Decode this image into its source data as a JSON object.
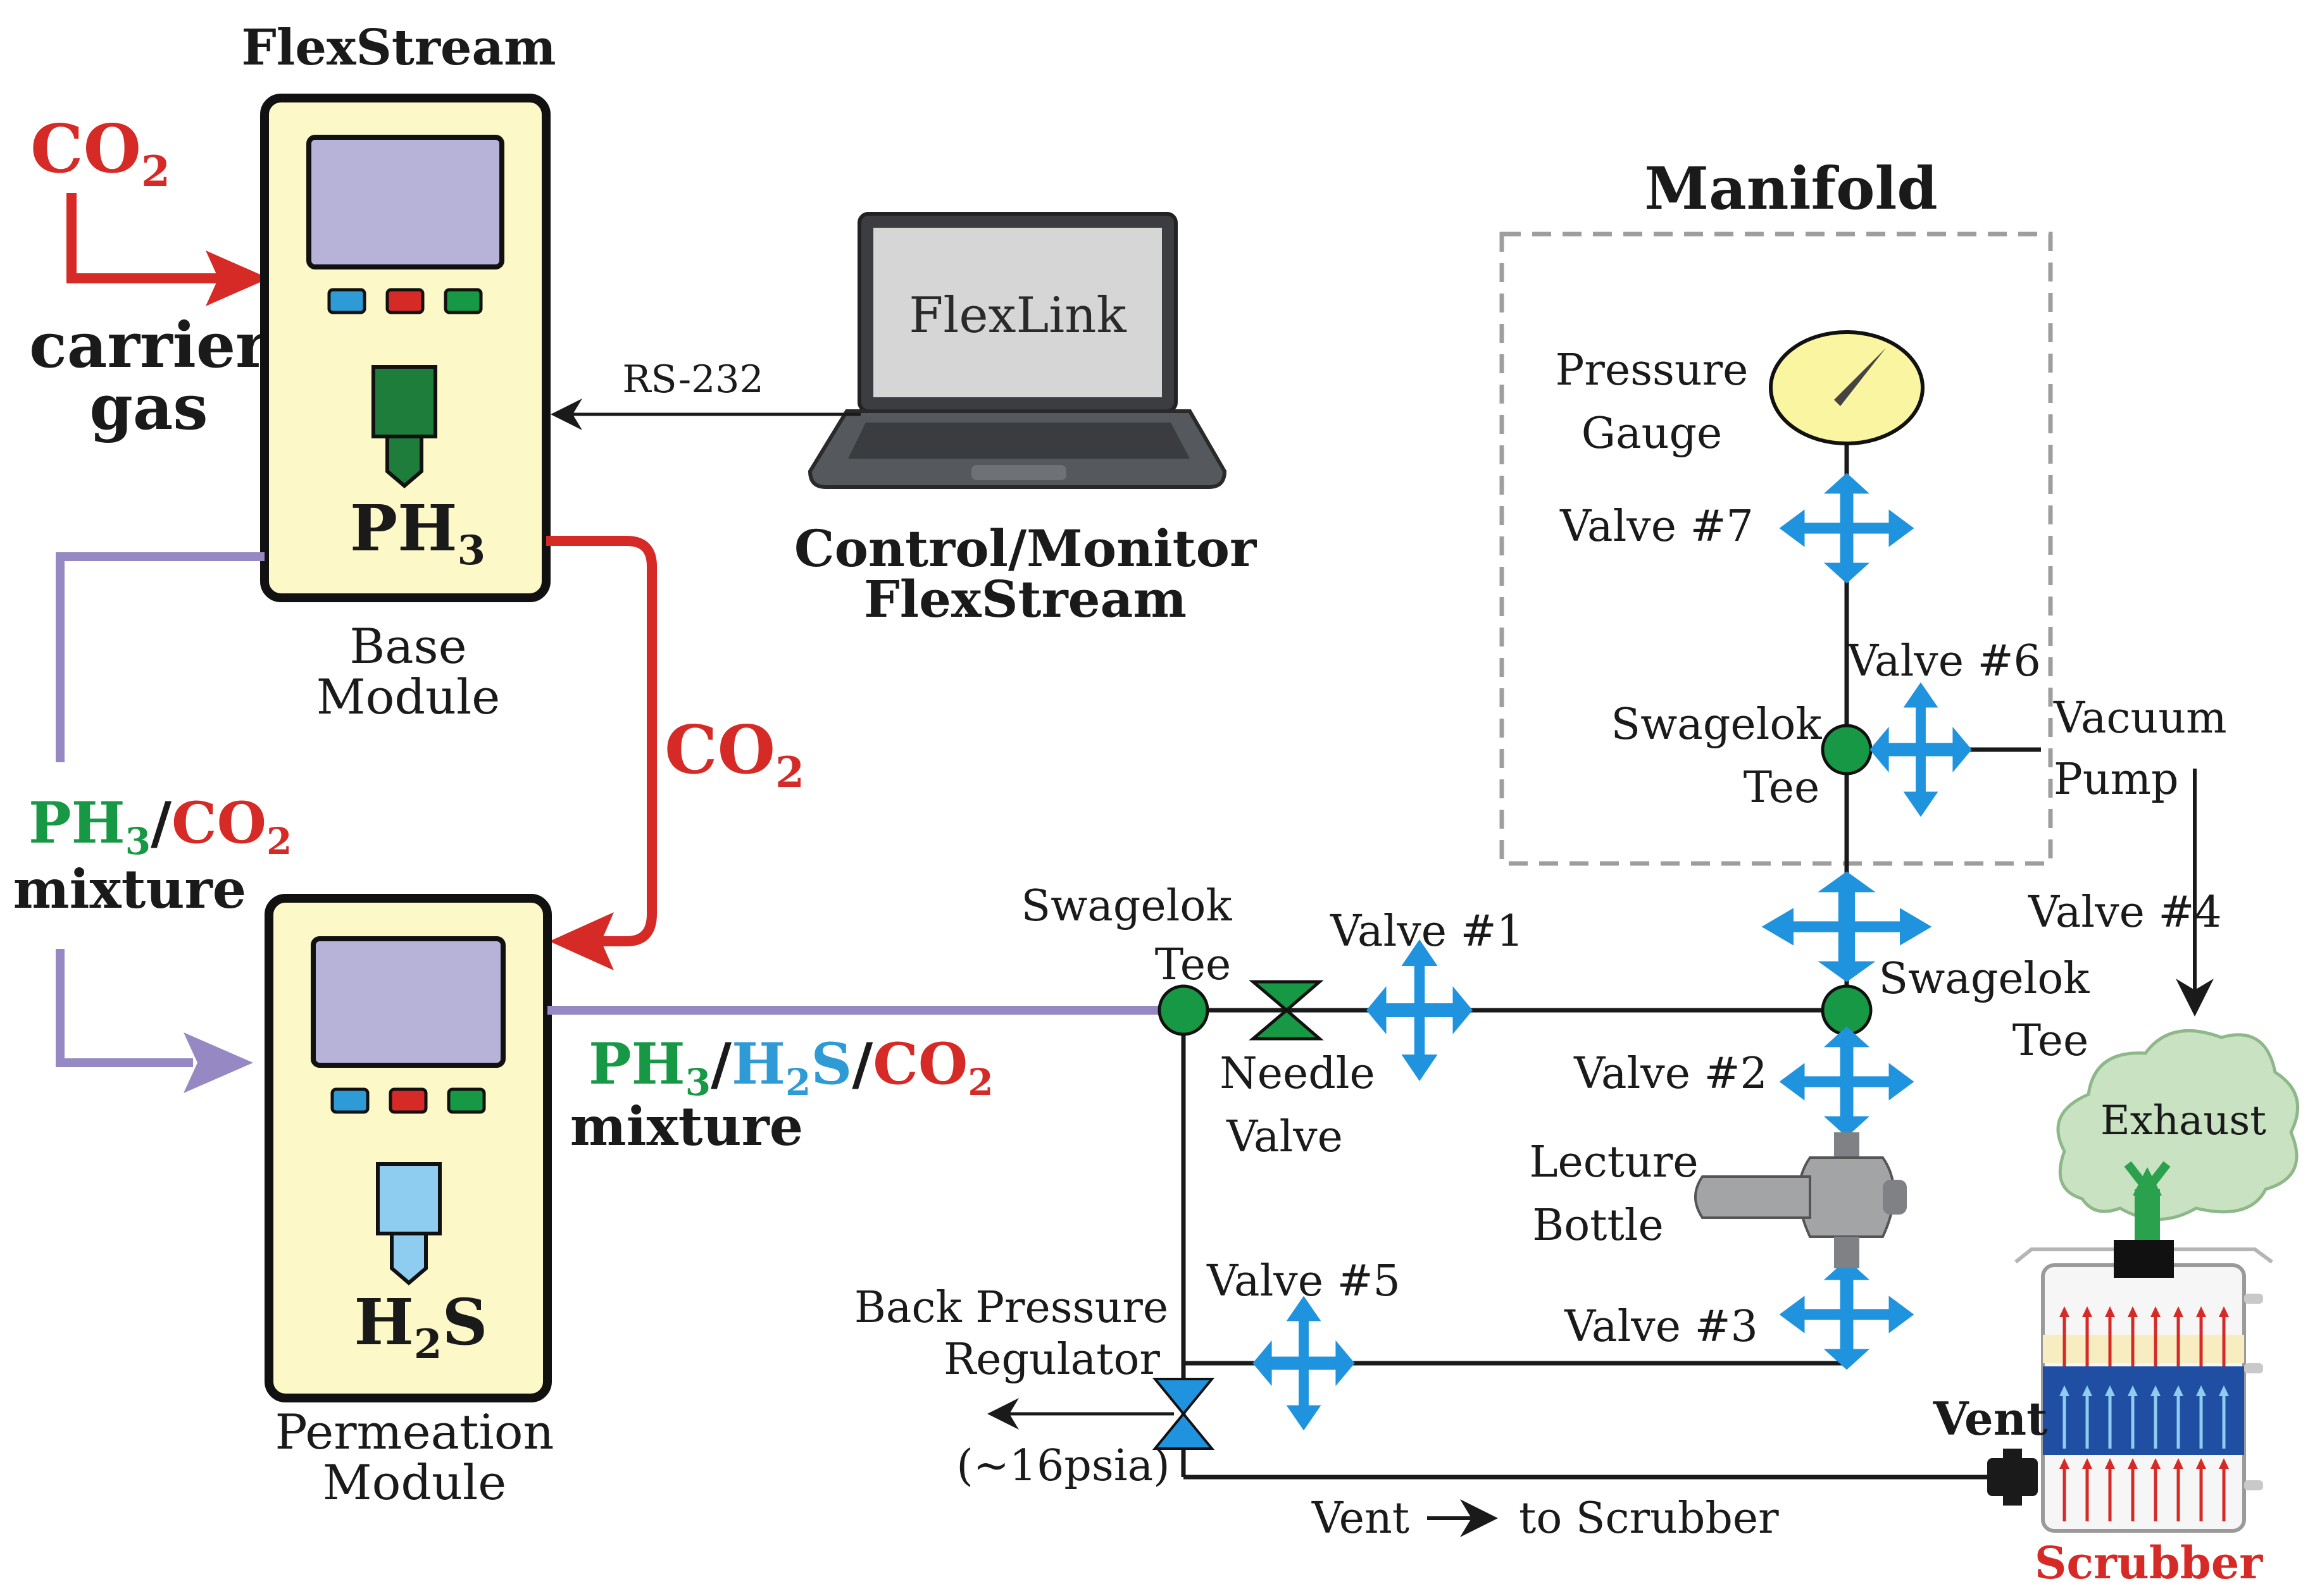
{
  "colors": {
    "co2_red": "#d62a27",
    "ph3_green": "#179844",
    "h2s_blue": "#2e9bd6",
    "mixture_purple": "#9689c3",
    "valve_blue": "#1f93dd",
    "module_fill": "#fcf8c8",
    "screen_lavender": "#b7b2d8",
    "line_black": "#1a1a1a",
    "cloud_green": "#c8e2c2",
    "scrubber_blue": "#1f4ea3"
  },
  "header": {
    "flexstream_title": "FlexStream",
    "manifold_title": "Manifold"
  },
  "inputs": {
    "co2_top": {
      "main": "CO",
      "sub": "2"
    },
    "carrier_gas_line1": "carrier",
    "carrier_gas_line2": "gas"
  },
  "base_module": {
    "gas": {
      "main": "PH",
      "sub": "3"
    },
    "label_line1": "Base",
    "label_line2": "Module",
    "buttons": [
      "blue",
      "red",
      "green"
    ]
  },
  "permeation_module": {
    "gas_a": "H",
    "gas_sub": "2",
    "gas_b": "S",
    "label_line1": "Permeation",
    "label_line2": "Module",
    "buttons": [
      "blue",
      "red",
      "green"
    ]
  },
  "laptop": {
    "screen_text": "FlexLink",
    "caption_line1": "Control/Monitor",
    "caption_line2": "FlexStream",
    "link_label": "RS-232"
  },
  "flows": {
    "co2_mid": {
      "main": "CO",
      "sub": "2"
    },
    "ph3_co2_mix": {
      "a": "PH",
      "a_sub": "3",
      "slash": "/",
      "b": "CO",
      "b_sub": "2",
      "word": "mixture"
    },
    "ph3_h2s_co2_mix": {
      "a": "PH",
      "a_sub": "3",
      "slash1": "/",
      "b": "H",
      "b_sub": "2",
      "b2": "S",
      "slash2": "/",
      "c": "CO",
      "c_sub": "2",
      "word": "mixture"
    }
  },
  "components": {
    "swagelok_tee_left_line1": "Swagelok",
    "swagelok_tee_left_line2": "Tee",
    "needle_valve_line1": "Needle",
    "needle_valve_line2": "Valve",
    "valve1": "Valve #1",
    "valve2": "Valve #2",
    "valve3": "Valve #3",
    "valve4": "Valve #4",
    "valve5": "Valve #5",
    "valve6": "Valve #6",
    "valve7": "Valve #7",
    "pressure_gauge_line1": "Pressure",
    "pressure_gauge_line2": "Gauge",
    "swagelok_tee_manifold_line1": "Swagelok",
    "swagelok_tee_manifold_line2": "Tee",
    "swagelok_tee_right_line1": "Swagelok",
    "swagelok_tee_right_line2": "Tee",
    "vacuum_pump_line1": "Vacuum",
    "vacuum_pump_line2": "Pump",
    "lecture_bottle_line1": "Lecture",
    "lecture_bottle_line2": "Bottle",
    "back_pressure_line1": "Back Pressure",
    "back_pressure_line2": "Regulator",
    "pressure_value": "(~16psia)",
    "vent_bottom": "Vent",
    "to_scrubber": "to Scrubber",
    "vent_bold": "Vent",
    "exhaust": "Exhaust",
    "scrubber": "Scrubber"
  }
}
